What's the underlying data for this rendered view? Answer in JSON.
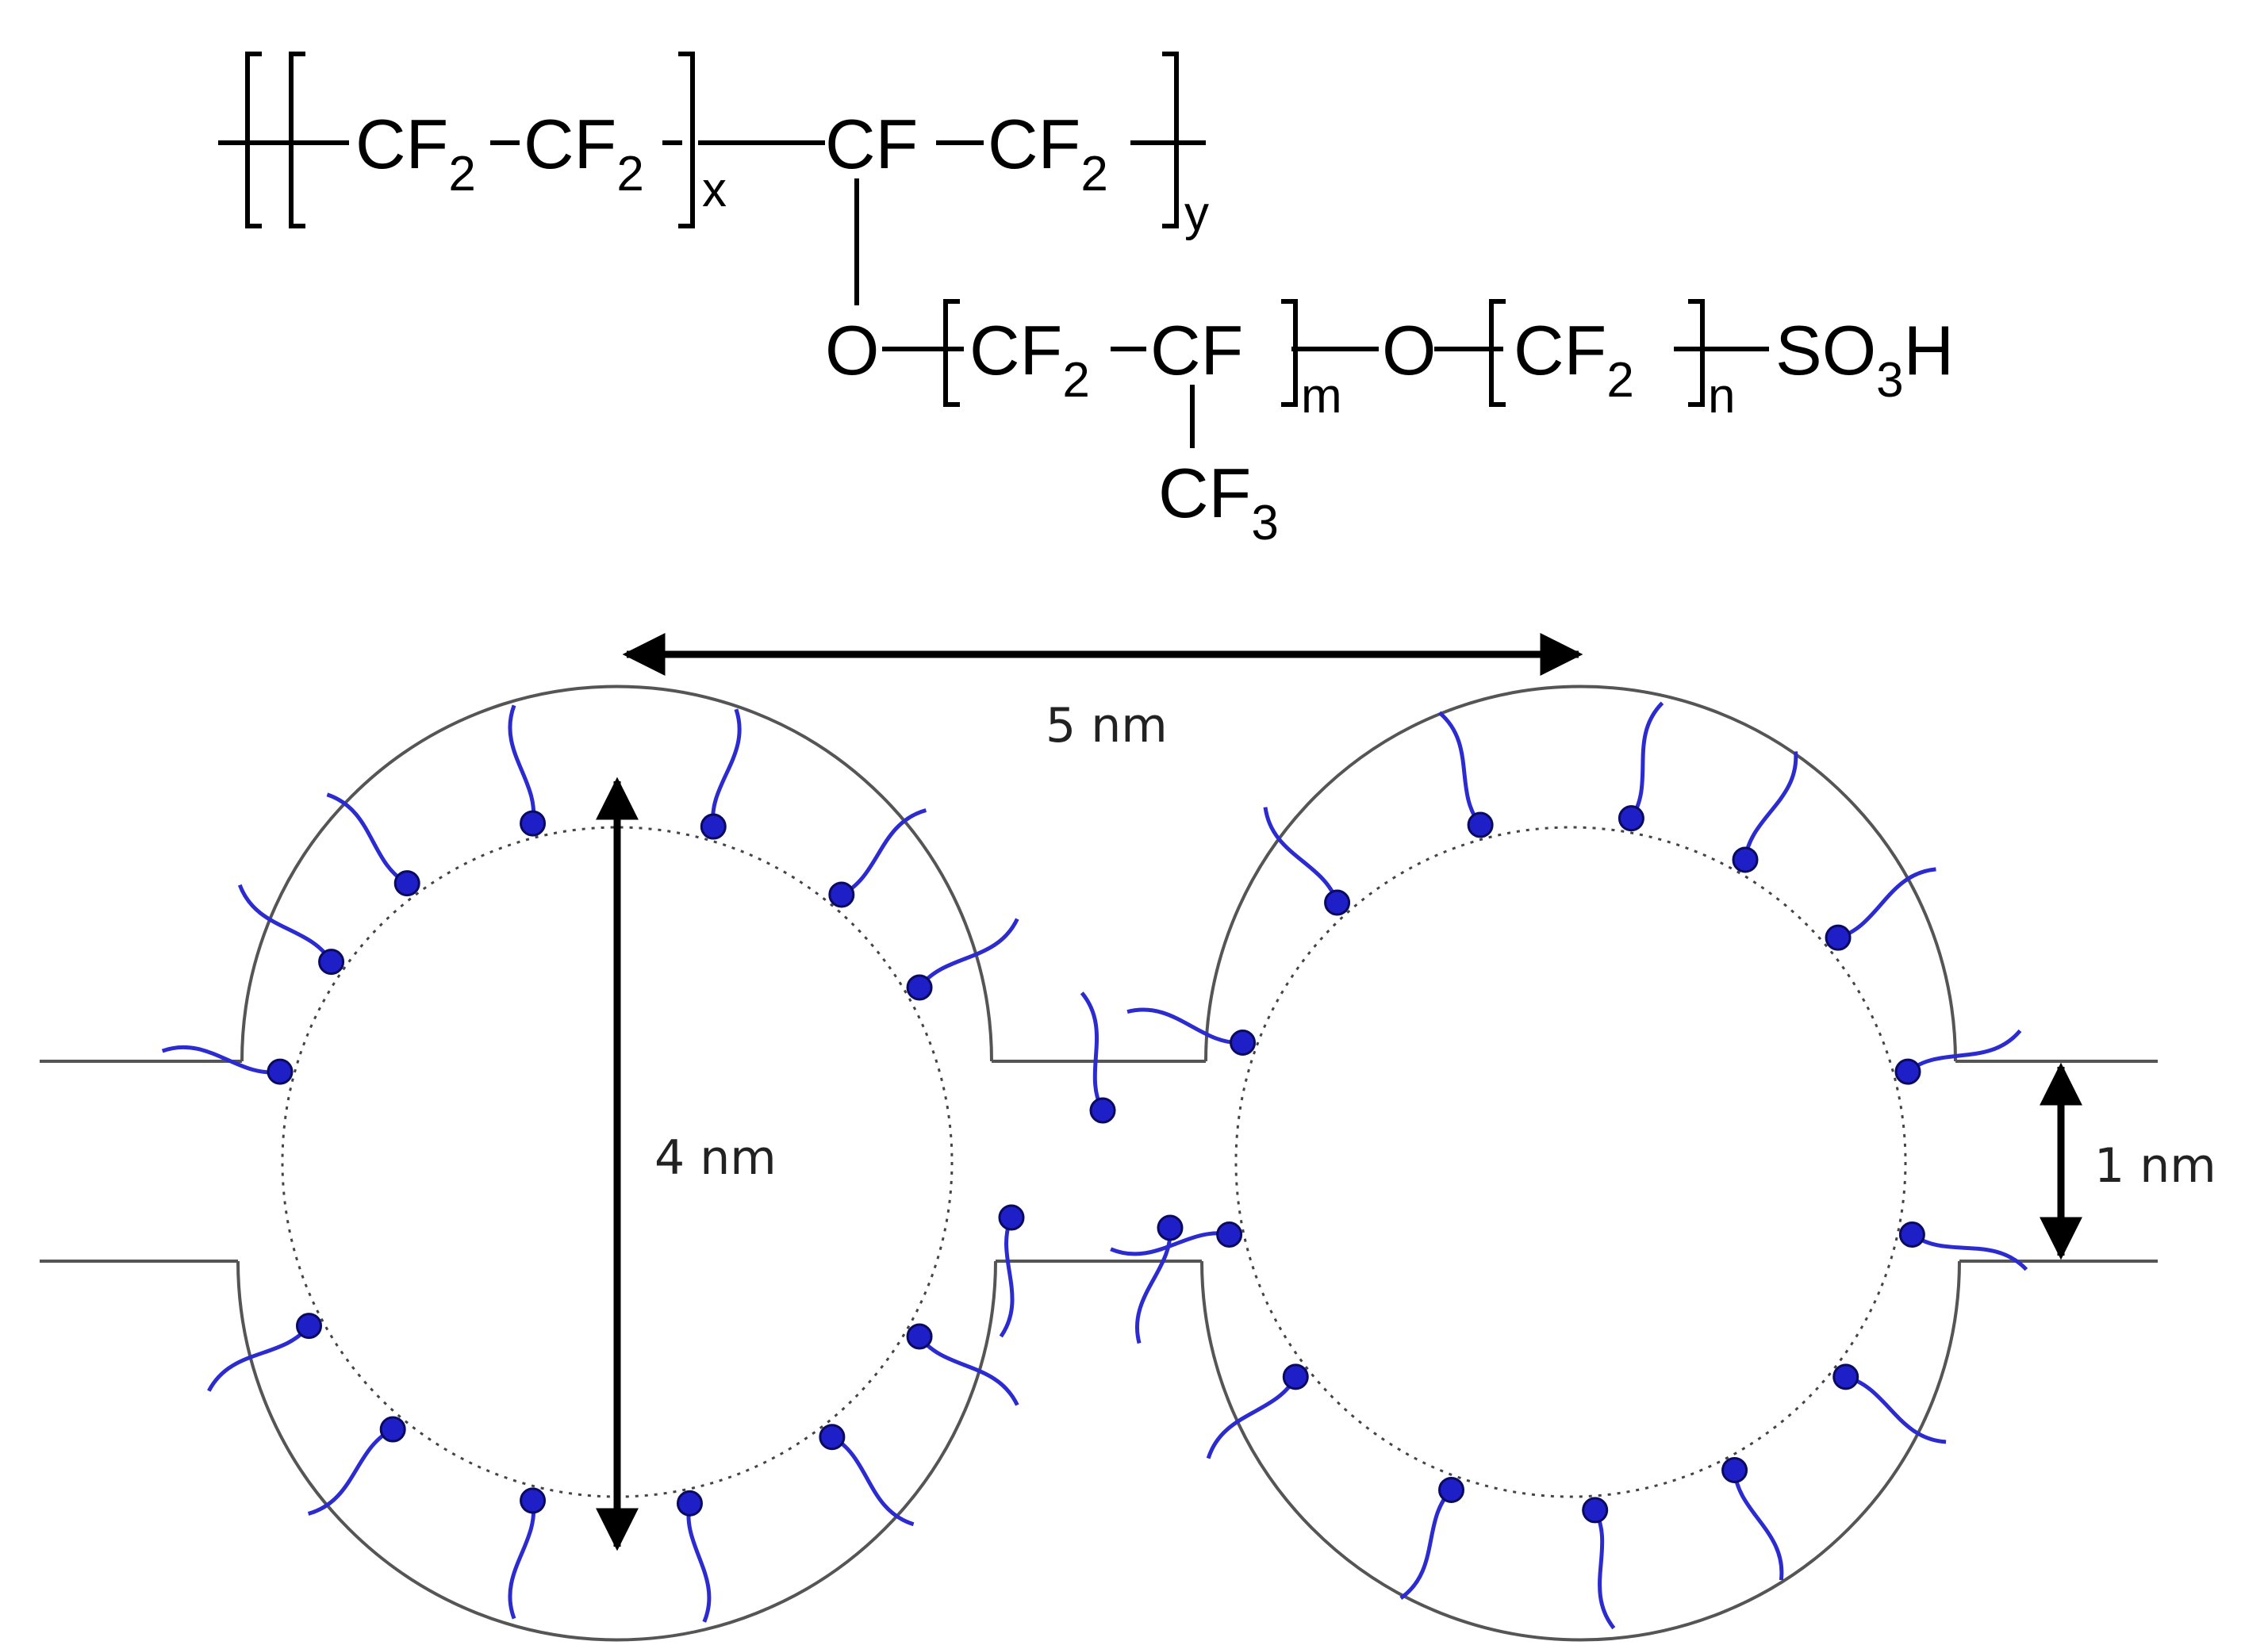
{
  "structure": {
    "backbone_unit_a": "CF",
    "backbone_unit_a_sub": "2",
    "backbone_unit_b": "CF",
    "backbone_unit_b_sub": "2",
    "repeat_x": "x",
    "branch_carbon": "CF",
    "backbone_unit_c": "CF",
    "backbone_unit_c_sub": "2",
    "repeat_y": "y",
    "ether_oxygen_1": "O",
    "side_unit_a": "CF",
    "side_unit_a_sub": "2",
    "side_unit_b": "CF",
    "repeat_m": "m",
    "ether_oxygen_2": "O",
    "side_unit_c": "CF",
    "side_unit_c_sub": "2",
    "repeat_n": "n",
    "end_group": "SO",
    "end_group_sub": "3",
    "end_group_tail": "H",
    "pendant_group": "CF",
    "pendant_group_sub": "3"
  },
  "dimensions": {
    "cluster_spacing": "5 nm",
    "cluster_diameter": "4 nm",
    "channel_width": "1 nm"
  },
  "colors": {
    "sidechain": "#2b2bd0",
    "sulfonate_dot": "#1f1fc8",
    "outline": "#555555",
    "arrow": "#000000"
  }
}
